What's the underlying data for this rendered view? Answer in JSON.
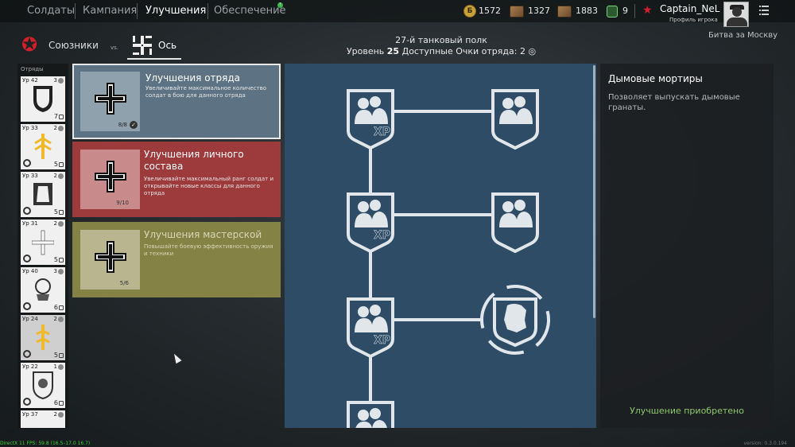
{
  "nav": {
    "tabs": [
      {
        "label": "Солдаты"
      },
      {
        "label": "Кампания"
      },
      {
        "label": "Улучшения"
      },
      {
        "label": "Обеспечение",
        "badge": "!"
      }
    ]
  },
  "currency": {
    "gold": "1572",
    "cards_a": "1327",
    "cards_b": "1883",
    "xp": "9",
    "gold_symbol": "Б"
  },
  "player": {
    "name": "Captain_NeL",
    "profile_label": "Профиль игрока"
  },
  "battle": "Битва за Москву",
  "factions": {
    "allies": "Союзники",
    "vs": "vs.",
    "axis": "Ось"
  },
  "unit": {
    "title": "27-й танковый полк",
    "level_prefix": "Уровень",
    "level": "25",
    "points_label": "Доступные Очки отряда: 2"
  },
  "squads": {
    "label": "Отряды",
    "items": [
      {
        "level": "Ур 42",
        "count": "3",
        "num": "7"
      },
      {
        "level": "Ур 33",
        "count": "2",
        "num": "5"
      },
      {
        "level": "Ур 33",
        "count": "2",
        "num": "5"
      },
      {
        "level": "Ур 31",
        "count": "2",
        "num": "5"
      },
      {
        "level": "Ур 40",
        "count": "3",
        "num": "6"
      },
      {
        "level": "Ур 24",
        "count": "2",
        "num": "5"
      },
      {
        "level": "Ур 22",
        "count": "1",
        "num": "6"
      },
      {
        "level": "Ур 37",
        "count": "2",
        "num": ""
      }
    ]
  },
  "cards": [
    {
      "title": "Улучшения отряда",
      "desc": "Увеличивайте максимальное количество солдат в бою для данного отряда",
      "progress": "8/8"
    },
    {
      "title": "Улучшения личного состава",
      "desc": "Увеличивайте максимальный ранг солдат и открывайте новые классы для данного отряда",
      "progress": "9/10"
    },
    {
      "title": "Улучшения мастерской",
      "desc": "Повышайте боевую эффективность оружия и техники",
      "progress": "5/6"
    }
  ],
  "tree": {
    "xp_label": "XP"
  },
  "detail": {
    "title": "Дымовые мортиры",
    "desc": "Позволяет выпускать дымовые гранаты.",
    "status": "Улучшение приобретено"
  },
  "footer": {
    "fps": "DirectX 11 FPS: 59.8 (16.5–17.0 16.7)",
    "version": "version: 0.3.0.194"
  },
  "colors": {
    "accent_red": "#d4202a",
    "tree_bg": "#2e4c66",
    "status_green": "#8fc96b"
  }
}
